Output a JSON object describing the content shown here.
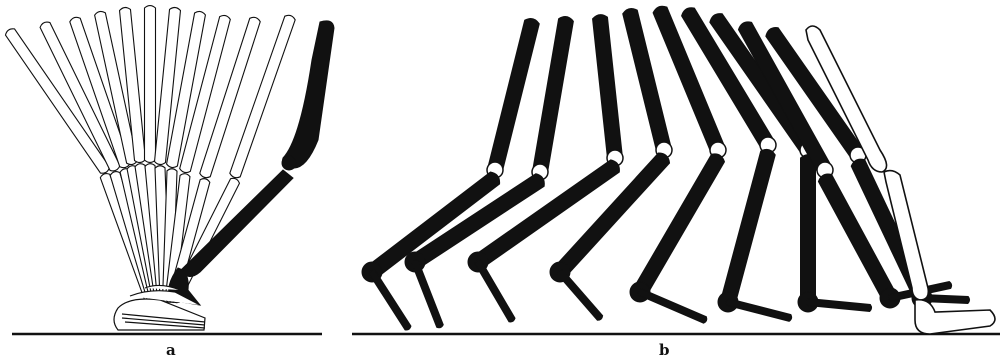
{
  "figure": {
    "panels": [
      {
        "id": "a",
        "label": "a"
      },
      {
        "id": "b",
        "label": "b"
      }
    ],
    "colors": {
      "background": "#ffffff",
      "ink": "#111111",
      "outline_fill": "#ffffff"
    }
  }
}
